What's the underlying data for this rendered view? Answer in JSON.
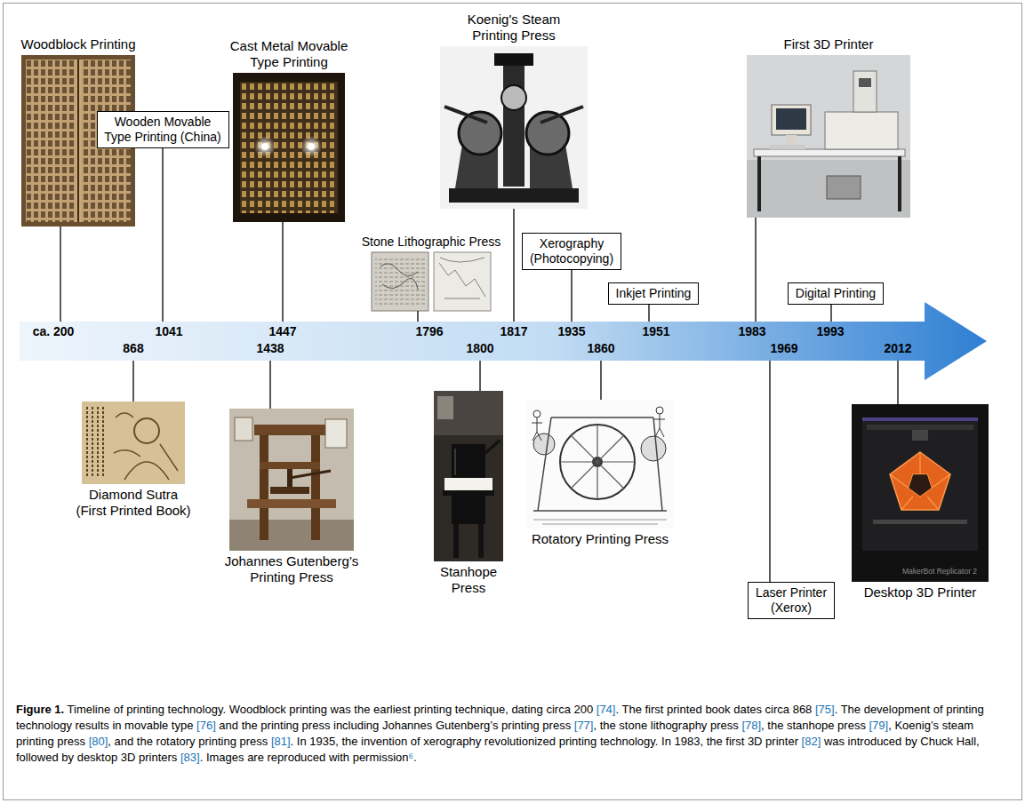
{
  "diagram": {
    "caption": "Figure 1. Timeline of printing technology. Woodblock printing was the earliest printing technique, dating circa 200 [74]. The first printed book dates circa 868 [75]. The development of printing technology results in movable type [76] and the printing press including Johannes Gutenberg’s printing press [77], the stone lithography press [78], the stanhope press [79], Koenig’s steam printing press [80], and the rotatory printing press [81]. In 1935, the invention of xerography revolutionized printing technology. In 1983, the first 3D printer [82] was introduced by Chuck Hall, followed by desktop 3D printers [83]. Images are reproduced with permission⁶.",
    "nodes": [
      {
        "text": [
          "ca. 200",
          "868",
          "1041",
          "1438",
          "1447",
          "1796",
          "1800",
          "1817",
          "1860",
          "1935",
          "1951",
          "1969",
          "1983",
          "1993",
          "2012"
        ]
      },
      {
        "text": [
          "Woodblock Printing"
        ]
      },
      {
        "text": [
          "Wooden Movable Type Printing (China)"
        ]
      },
      {
        "text": [
          "Cast Metal Movable Type Printing"
        ]
      },
      {
        "text": [
          "Stone Lithographic Press"
        ]
      },
      {
        "text": [
          "Koenig's Steam Printing Press"
        ]
      },
      {
        "text": [
          "Xerography (Photocopying)"
        ]
      },
      {
        "text": [
          "Inkjet Printing"
        ]
      },
      {
        "text": [
          "First 3D Printer"
        ]
      },
      {
        "text": [
          "Digital Printing"
        ]
      },
      {
        "text": [
          "Diamond Sutra (First Printed Book)"
        ]
      },
      {
        "text": [
          "Johannes Gutenberg’s Printing Press"
        ]
      },
      {
        "text": [
          "Stanhope Press"
        ]
      },
      {
        "text": [
          "Rotatory Printing Press"
        ]
      },
      {
        "text": [
          "Laser Printer (Xerox)"
        ]
      },
      {
        "text": [
          "Desktop 3D Printer"
        ]
      }
    ],
    "edges": [
      {
        "from": 1,
        "to": 0,
        "arrow": "none"
      },
      {
        "from": 2,
        "to": 0,
        "arrow": "none"
      },
      {
        "from": 3,
        "to": 0,
        "arrow": "none"
      },
      {
        "from": 4,
        "to": 0,
        "arrow": "none"
      },
      {
        "from": 5,
        "to": 0,
        "arrow": "none"
      },
      {
        "from": 6,
        "to": 0,
        "arrow": "none"
      },
      {
        "from": 7,
        "to": 0,
        "arrow": "none"
      },
      {
        "from": 8,
        "to": 0,
        "arrow": "none"
      },
      {
        "from": 9,
        "to": 0,
        "arrow": "none"
      },
      {
        "from": 10,
        "to": 0,
        "arrow": "none"
      },
      {
        "from": 11,
        "to": 0,
        "arrow": "none"
      },
      {
        "from": 12,
        "to": 0,
        "arrow": "none"
      },
      {
        "from": 13,
        "to": 0,
        "arrow": "none"
      },
      {
        "from": 14,
        "to": 0,
        "arrow": "none"
      },
      {
        "from": 15,
        "to": 0,
        "arrow": "none"
      }
    ],
    "labels": [
      "MakerBot Replicator 2"
    ]
  }
}
